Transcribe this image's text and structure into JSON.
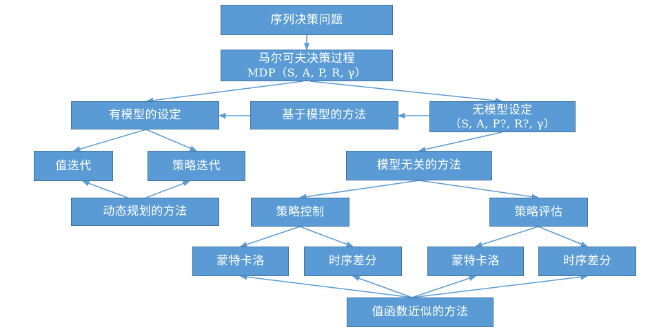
{
  "nodes": {
    "seq_decision": {
      "label": "序列决策问题"
    },
    "mdp": {
      "line1": "马尔可夫决策过程",
      "line2": "MDP（S, A, P, R, γ）"
    },
    "model_setting": {
      "label": "有模型的设定"
    },
    "model_based": {
      "label": "基于模型的方法"
    },
    "model_free_setting": {
      "line1": "无模型设定",
      "line2": "（S, A, P?, R?, γ）"
    },
    "value_iter": {
      "label": "值迭代"
    },
    "policy_iter": {
      "label": "策略迭代"
    },
    "model_free": {
      "label": "模型无关的方法"
    },
    "dynamic_prog": {
      "label": "动态规划的方法"
    },
    "policy_control": {
      "label": "策略控制"
    },
    "policy_eval": {
      "label": "策略评估"
    },
    "mc_left": {
      "label": "蒙特卡洛"
    },
    "td_left": {
      "label": "时序差分"
    },
    "mc_right": {
      "label": "蒙特卡洛"
    },
    "td_right": {
      "label": "时序差分"
    },
    "value_approx": {
      "label": "值函数近似的方法"
    }
  },
  "colors": {
    "box_fill": "#5b9bd5",
    "box_border": "#41719c",
    "arrow": "#5b9bd5",
    "text": "#ffffff"
  }
}
